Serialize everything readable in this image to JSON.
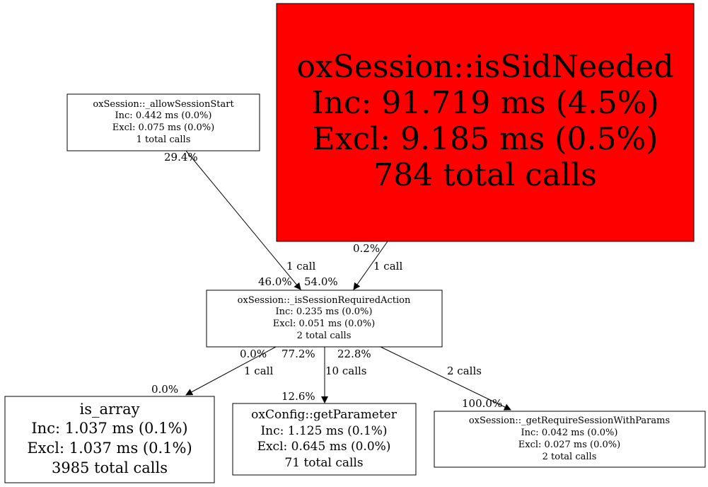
{
  "nodes": {
    "allow_session_start": {
      "lines": [
        "oxSession::_allowSessionStart",
        "Inc: 0.442 ms (0.0%)",
        "Excl: 0.075 ms (0.0%)",
        "1 total calls"
      ]
    },
    "is_sid_needed": {
      "lines": [
        "oxSession::isSidNeeded",
        "Inc: 91.719 ms (4.5%)",
        "Excl: 9.185 ms (0.5%)",
        "784 total calls"
      ],
      "fill": "#ff0000"
    },
    "is_session_required_action": {
      "lines": [
        "oxSession::_isSessionRequiredAction",
        "Inc: 0.235 ms (0.0%)",
        "Excl: 0.051 ms (0.0%)",
        "2 total calls"
      ]
    },
    "is_array": {
      "lines": [
        "is_array",
        "Inc: 1.037 ms (0.1%)",
        "Excl: 1.037 ms (0.1%)",
        "3985 total calls"
      ]
    },
    "get_parameter": {
      "lines": [
        "oxConfig::getParameter",
        "Inc: 1.125 ms (0.1%)",
        "Excl: 0.645 ms (0.0%)",
        "71 total calls"
      ]
    },
    "get_require_session_with_params": {
      "lines": [
        "oxSession::_getRequireSessionWithParams",
        "Inc: 0.042 ms (0.0%)",
        "Excl: 0.027 ms (0.0%)",
        "2 total calls"
      ]
    }
  },
  "edges": [
    {
      "from": "oxSession::_allowSessionStart",
      "to": "oxSession::_isSessionRequiredAction",
      "tail": "29.4%",
      "calls": "1 call",
      "head": "46.0%"
    },
    {
      "from": "oxSession::isSidNeeded",
      "to": "oxSession::_isSessionRequiredAction",
      "tail": "0.2%",
      "calls": "1 call",
      "head": "54.0%"
    },
    {
      "from": "oxSession::_isSessionRequiredAction",
      "to": "is_array",
      "tail": "0.0%",
      "calls": "1 call",
      "head": "0.0%"
    },
    {
      "from": "oxSession::_isSessionRequiredAction",
      "to": "oxConfig::getParameter",
      "tail": "77.2%",
      "calls": "10 calls",
      "head": "12.6%"
    },
    {
      "from": "oxSession::_isSessionRequiredAction",
      "to": "oxSession::_getRequireSessionWithParams",
      "tail": "22.8%",
      "calls": "2 calls",
      "head": "100.0%"
    }
  ]
}
